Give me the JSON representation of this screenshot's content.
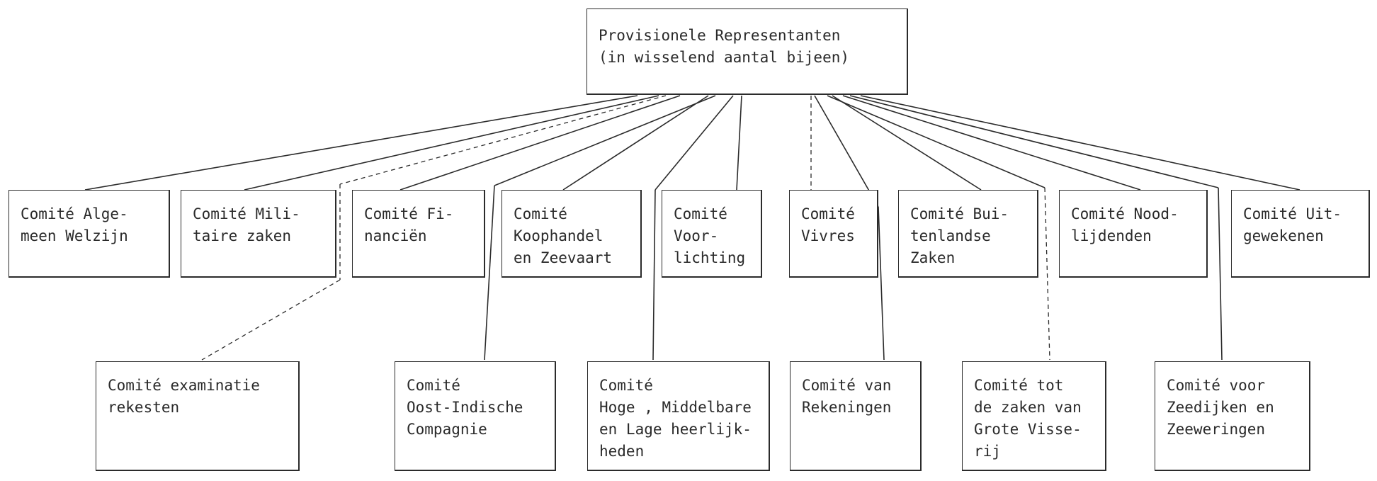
{
  "diagram": {
    "root": {
      "id": "representanten",
      "label": "Provisionele Representanten\n(in wisselend aantal bijeen)"
    },
    "nodes": [
      {
        "id": "algemeen-welzijn",
        "label": "Comité Alge-\nmeen Welzijn",
        "parent": "representanten",
        "link": "solid"
      },
      {
        "id": "militaire-zaken",
        "label": "Comité Mili-\ntaire zaken",
        "parent": "representanten",
        "link": "solid"
      },
      {
        "id": "financien",
        "label": "Comité Fi-\nnanciën",
        "parent": "representanten",
        "link": "solid"
      },
      {
        "id": "koophandel",
        "label": "Comité\nKoophandel\nen Zeevaart",
        "parent": "representanten",
        "link": "solid"
      },
      {
        "id": "voorlichting",
        "label": "Comité\nVoor-\nlichting",
        "parent": "representanten",
        "link": "solid"
      },
      {
        "id": "vivres",
        "label": "Comité\nVivres",
        "parent": "representanten",
        "link": "dashed"
      },
      {
        "id": "buitenlandse-zaken",
        "label": "Comité Bui-\ntenlandse\nZaken",
        "parent": "representanten",
        "link": "solid"
      },
      {
        "id": "noodlijdenden",
        "label": "Comité Nood-\nlijdenden",
        "parent": "representanten",
        "link": "solid"
      },
      {
        "id": "uitgewekenen",
        "label": "Comité Uit-\ngewekenen",
        "parent": "representanten",
        "link": "solid"
      },
      {
        "id": "examinatie-rekesten",
        "label": "Comité examinatie\nrekesten",
        "parent": "representanten",
        "link": "dashed"
      },
      {
        "id": "oost-indische",
        "label": "Comité\nOost-Indische\nCompagnie",
        "parent": "representanten",
        "link": "solid"
      },
      {
        "id": "heerlijkheden",
        "label": "Comité\nHoge , Middelbare\nen Lage heerlijk-\nheden",
        "parent": "representanten",
        "link": "solid"
      },
      {
        "id": "rekeningen",
        "label": "Comité van\nRekeningen",
        "parent": "representanten",
        "link": "solid"
      },
      {
        "id": "grote-visserij",
        "label": "Comité tot\nde zaken van\nGrote Visse-\nrij",
        "parent": "representanten",
        "link": "dashed"
      },
      {
        "id": "zeedijken",
        "label": "Comité voor\nZeedijken en\nZeeweringen",
        "parent": "representanten",
        "link": "solid"
      }
    ]
  }
}
